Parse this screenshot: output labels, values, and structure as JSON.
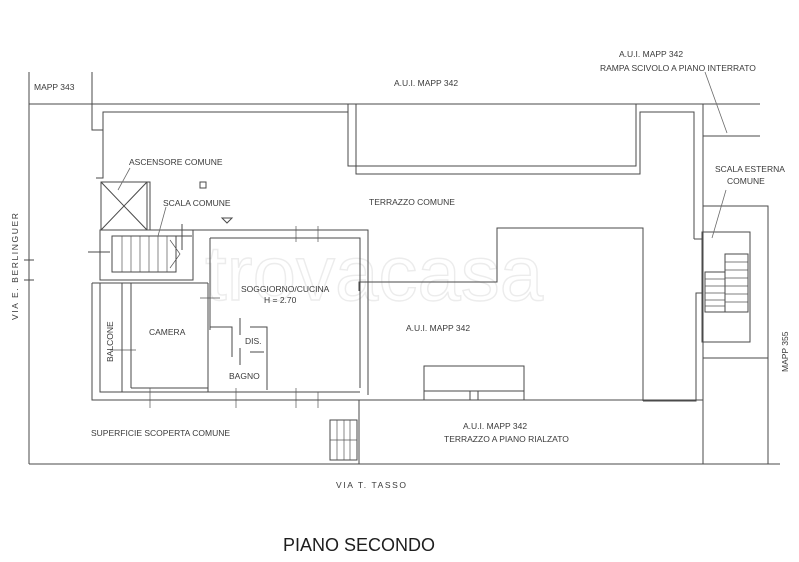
{
  "plan": {
    "title": "PIANO SECONDO",
    "watermark": "trovacasa",
    "streets": {
      "bottom": "VIA T. TASSO",
      "left": "VIA E. BERLINGUER"
    },
    "neighbors": {
      "top_left": "MAPP 343",
      "top_center": "A.U.I. MAPP 342",
      "top_right_line1": "A.U.I. MAPP 342",
      "top_right_line2": "RAMPA SCIVOLO A PIANO INTERRATO",
      "right": "MAPP 355",
      "center": "A.U.I. MAPP 342",
      "bottom_right_line1": "A.U.I. MAPP 342",
      "bottom_right_line2": "TERRAZZO A PIANO RIALZATO"
    },
    "rooms": {
      "elevator": "ASCENSORE COMUNE",
      "stairs": "SCALA COMUNE",
      "terrace": "TERRAZZO COMUNE",
      "living": "SOGGIORNO/CUCINA",
      "height": "H = 2.70",
      "bedroom": "CAMERA",
      "hall": "DIS.",
      "bath": "BAGNO",
      "balcony": "BALCONE",
      "outdoor": "SUPERFICIE SCOPERTA COMUNE",
      "ext_stairs_line1": "SCALA ESTERNA",
      "ext_stairs_line2": "COMUNE"
    }
  }
}
